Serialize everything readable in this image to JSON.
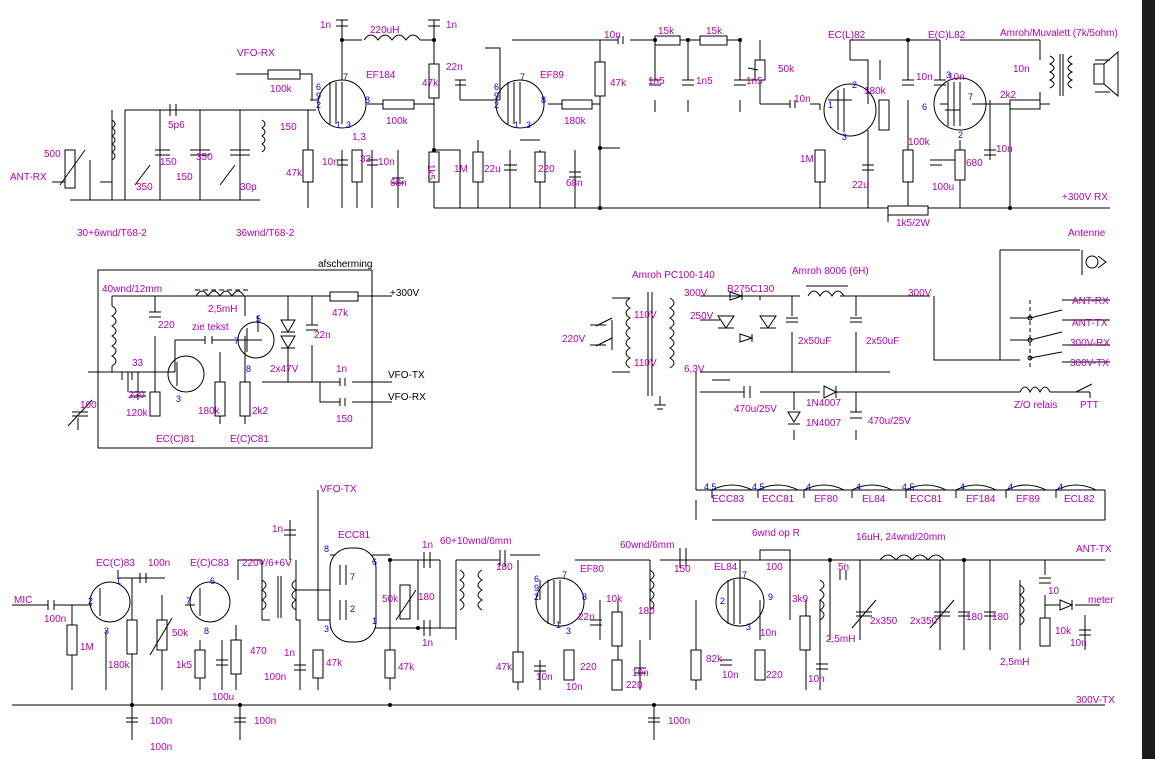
{
  "colors": {
    "label": "#b000b0",
    "tube_pins": "#0000cc",
    "wire": "#000000"
  },
  "rx": {
    "input": {
      "ant": "ANT-RX",
      "pot": "500",
      "coil1": "30+6wnd/T68-2",
      "coil2": "36wnd/T68-2",
      "trimmers": [
        "350",
        "350",
        "30p",
        "150",
        "150",
        "5p6",
        "150"
      ]
    },
    "vfo_in": "VFO-RX",
    "mixer": {
      "tube": "EF184",
      "pins": [
        "7",
        "6",
        "9",
        "2",
        "8",
        "1",
        "3"
      ],
      "parts": [
        "100k",
        "1n",
        "220uH",
        "1n",
        "47k",
        "10n",
        "33",
        "10n",
        "68n",
        "100k",
        "47k",
        "1k5",
        "22n",
        "1M",
        "1,3"
      ]
    },
    "if_amp": {
      "tube": "EF89",
      "pins": [
        "7",
        "6",
        "9",
        "2",
        "8",
        "1",
        "3"
      ],
      "parts": [
        "47k",
        "22u",
        "220",
        "180k",
        "68n",
        "10n"
      ]
    },
    "filter": [
      "15k",
      "15k",
      "1n5",
      "1n5",
      "1n5",
      "50k"
    ],
    "audio1": {
      "tube": "EC(L)82",
      "pins": [
        "1",
        "2",
        "3"
      ],
      "parts": [
        "1M",
        "10n",
        "180k",
        "22u",
        "100k",
        "10n"
      ]
    },
    "audio2": {
      "tube": "E(C)L82",
      "pins": [
        "3",
        "6",
        "7",
        "2"
      ],
      "parts": [
        "2k2",
        "680",
        "100u",
        "10n",
        "10n",
        "1k5/2W"
      ]
    },
    "speaker": "Amroh/Muvalett (7k/5ohm)",
    "rail": "+300V RX"
  },
  "vfo": {
    "shield": "afscherming",
    "coil": "40wnd/12mm",
    "rf_choke": "2,5mH",
    "note": "zie tekst",
    "supply": "+300V",
    "parts": [
      "220",
      "33",
      "220",
      "100",
      "120k",
      "180k",
      "2k2",
      "47k",
      "22n",
      "2x47V",
      "1n",
      "150"
    ],
    "tubes": [
      "EC(C)81",
      "E(C)C81"
    ],
    "pins": [
      "5",
      "7",
      "8",
      "3"
    ],
    "out": [
      "VFO-TX",
      "VFO-RX"
    ]
  },
  "psu": {
    "transformer": "Amroh PC100-140",
    "choke": "Amroh 8006 (6H)",
    "rectifier": "B275C130",
    "mains": "220V",
    "taps": [
      "110V",
      "110V",
      "300V",
      "250V",
      "6,3V"
    ],
    "caps": [
      "2x50uF",
      "2x50uF",
      "470u/25V",
      "470u/25V"
    ],
    "diodes": [
      "1N4007",
      "1N4007"
    ],
    "out": "300V",
    "relay": "Z/O relais",
    "ptt": "PTT",
    "switch_labels": [
      "Antenne",
      "ANT-RX",
      "ANT-TX",
      "300V-RX",
      "300V-TX"
    ]
  },
  "heaters": [
    {
      "pins": "4,5",
      "tube": "ECC83"
    },
    {
      "pins": "4,5",
      "tube": "ECC81"
    },
    {
      "pins": "4",
      "tube": "EF80"
    },
    {
      "pins": "4",
      "tube": "EL84"
    },
    {
      "pins": "4,5",
      "tube": "ECC81"
    },
    {
      "pins": "4",
      "tube": "EF184"
    },
    {
      "pins": "4",
      "tube": "EF89"
    },
    {
      "pins": "4",
      "tube": "ECL82"
    }
  ],
  "tx": {
    "mic": "MIC",
    "mic_amp": {
      "tube": "EC(C)83",
      "pins": [
        "1",
        "2",
        "3"
      ],
      "parts": [
        "100n",
        "1M",
        "180k",
        "100n",
        "50k"
      ]
    },
    "mod_amp": {
      "tube": "E(C)C83",
      "pins": [
        "6",
        "7",
        "8"
      ],
      "parts": [
        "1k5",
        "100u",
        "470",
        "100n"
      ]
    },
    "mod_xfmr": "220V/6+6V",
    "vfo_in": "VFO-TX",
    "balanced_mod": {
      "tube": "ECC81",
      "pins": [
        "8",
        "6",
        "7",
        "2",
        "3",
        "1"
      ],
      "parts": [
        "1n",
        "1n",
        "47k",
        "47k",
        "50k",
        "180",
        "1n",
        "1n"
      ]
    },
    "coil1": "60+10wnd/6mm",
    "driver": {
      "tube": "EF80",
      "pins": [
        "7",
        "6",
        "9",
        "2",
        "8",
        "1",
        "3"
      ],
      "parts": [
        "180",
        "47k",
        "10n",
        "22n",
        "10n",
        "220",
        "10k",
        "180",
        "10n",
        "220",
        "150"
      ]
    },
    "coil2": "60wnd/6mm",
    "pa": {
      "tube": "EL84",
      "pins": [
        "7",
        "9",
        "2",
        "3"
      ],
      "parts": [
        "82k",
        "10n",
        "10n",
        "220",
        "3k9",
        "10n",
        "100"
      ]
    },
    "pa_coil": "6wnd op R",
    "chokes": [
      "2,5mH",
      "2,5mH"
    ],
    "tank": "16uH, 24wnd/20mm",
    "tank_caps": [
      "5n",
      "2x350",
      "2x350",
      "180",
      "180",
      "10"
    ],
    "meter": {
      "label": "meter",
      "parts": [
        "10k",
        "10n"
      ]
    },
    "out": "ANT-TX",
    "rail": "300V-TX",
    "bypass": [
      "100n",
      "100n",
      "100n",
      "100n"
    ]
  }
}
